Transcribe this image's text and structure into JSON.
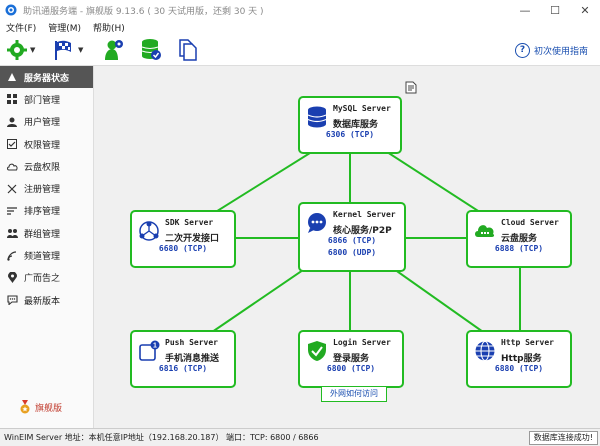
{
  "window": {
    "title": "助讯通服务端 - 旗舰版 9.13.6 ( 30 天试用版，还剩 30 天 )",
    "minimize": "—",
    "maximize": "☐",
    "close": "✕"
  },
  "menu": [
    "文件(F)",
    "管理(M)",
    "帮助(H)"
  ],
  "toolbar": {
    "help_label": "初次使用指南"
  },
  "sidebar": {
    "items": [
      {
        "label": "服务器状态",
        "icon": "server-status-icon",
        "active": true
      },
      {
        "label": "部门管理",
        "icon": "department-icon"
      },
      {
        "label": "用户管理",
        "icon": "user-icon"
      },
      {
        "label": "权限管理",
        "icon": "permission-icon"
      },
      {
        "label": "云盘权限",
        "icon": "cloud-icon"
      },
      {
        "label": "注册管理",
        "icon": "register-icon"
      },
      {
        "label": "排序管理",
        "icon": "sort-icon"
      },
      {
        "label": "群组管理",
        "icon": "group-icon"
      },
      {
        "label": "频道管理",
        "icon": "channel-icon"
      },
      {
        "label": "广而告之",
        "icon": "location-icon"
      },
      {
        "label": "最新版本",
        "icon": "version-icon"
      }
    ],
    "flagship": "旗舰版"
  },
  "nodes": {
    "mysql": {
      "name": "MySQL Server",
      "sub": "数据库服务",
      "port1": "6306 (TCP)"
    },
    "sdk": {
      "name": "SDK Server",
      "sub": "二次开发接口",
      "port1": "6680 (TCP)"
    },
    "kernel": {
      "name": "Kernel Server",
      "sub": "核心服务/P2P",
      "port1": "6866 (TCP)",
      "port2": "6800 (UDP)"
    },
    "cloud": {
      "name": "Cloud Server",
      "sub": "云盘服务",
      "port1": "6888 (TCP)"
    },
    "push": {
      "name": "Push Server",
      "sub": "手机消息推送",
      "port1": "6816 (TCP)"
    },
    "login": {
      "name": "Login Server",
      "sub": "登录服务",
      "port1": "6800 (TCP)"
    },
    "http": {
      "name": "Http Server",
      "sub": "Http服务",
      "port1": "6880 (TCP)"
    }
  },
  "external_access": "外网如何访问",
  "status": {
    "left": "WinEIM Server 地址：本机任意IP地址（192.168.20.187） 端口：TCP: 6800 / 6866",
    "right": "数据库连接成功!"
  },
  "colors": {
    "line": "#22bb22",
    "port": "#1a3fb0",
    "active_nav": "#555555"
  }
}
